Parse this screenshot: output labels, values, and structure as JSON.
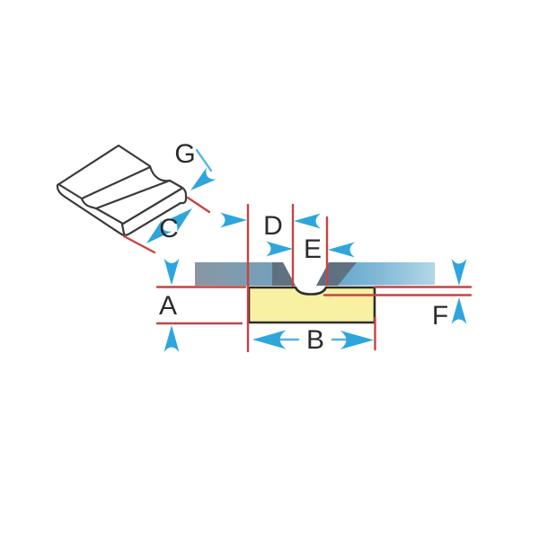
{
  "diagram": {
    "labels": {
      "a": "A",
      "b": "B",
      "c": "C",
      "d": "D",
      "e": "E",
      "f": "F",
      "g": "G"
    },
    "colors": {
      "background": "#ffffff",
      "outline": "#3a3a3a",
      "backing_bar_fill": "#f8f1a2",
      "backing_bar_border": "#2d2d2d",
      "dimension_red": "#c84343",
      "arrow_blue": "#2ea6dc",
      "leader_blue": "#54b2e0",
      "label_text": "#2b2b2b",
      "plate_left_start": "#8897a2",
      "plate_left_end": "#6fa3c2",
      "plate_right_start": "#5f9fc6",
      "plate_right_mid": "#7fb7d6",
      "plate_right_end": "#b2d7e8",
      "bevel_shadow": "#5e6c78"
    }
  }
}
